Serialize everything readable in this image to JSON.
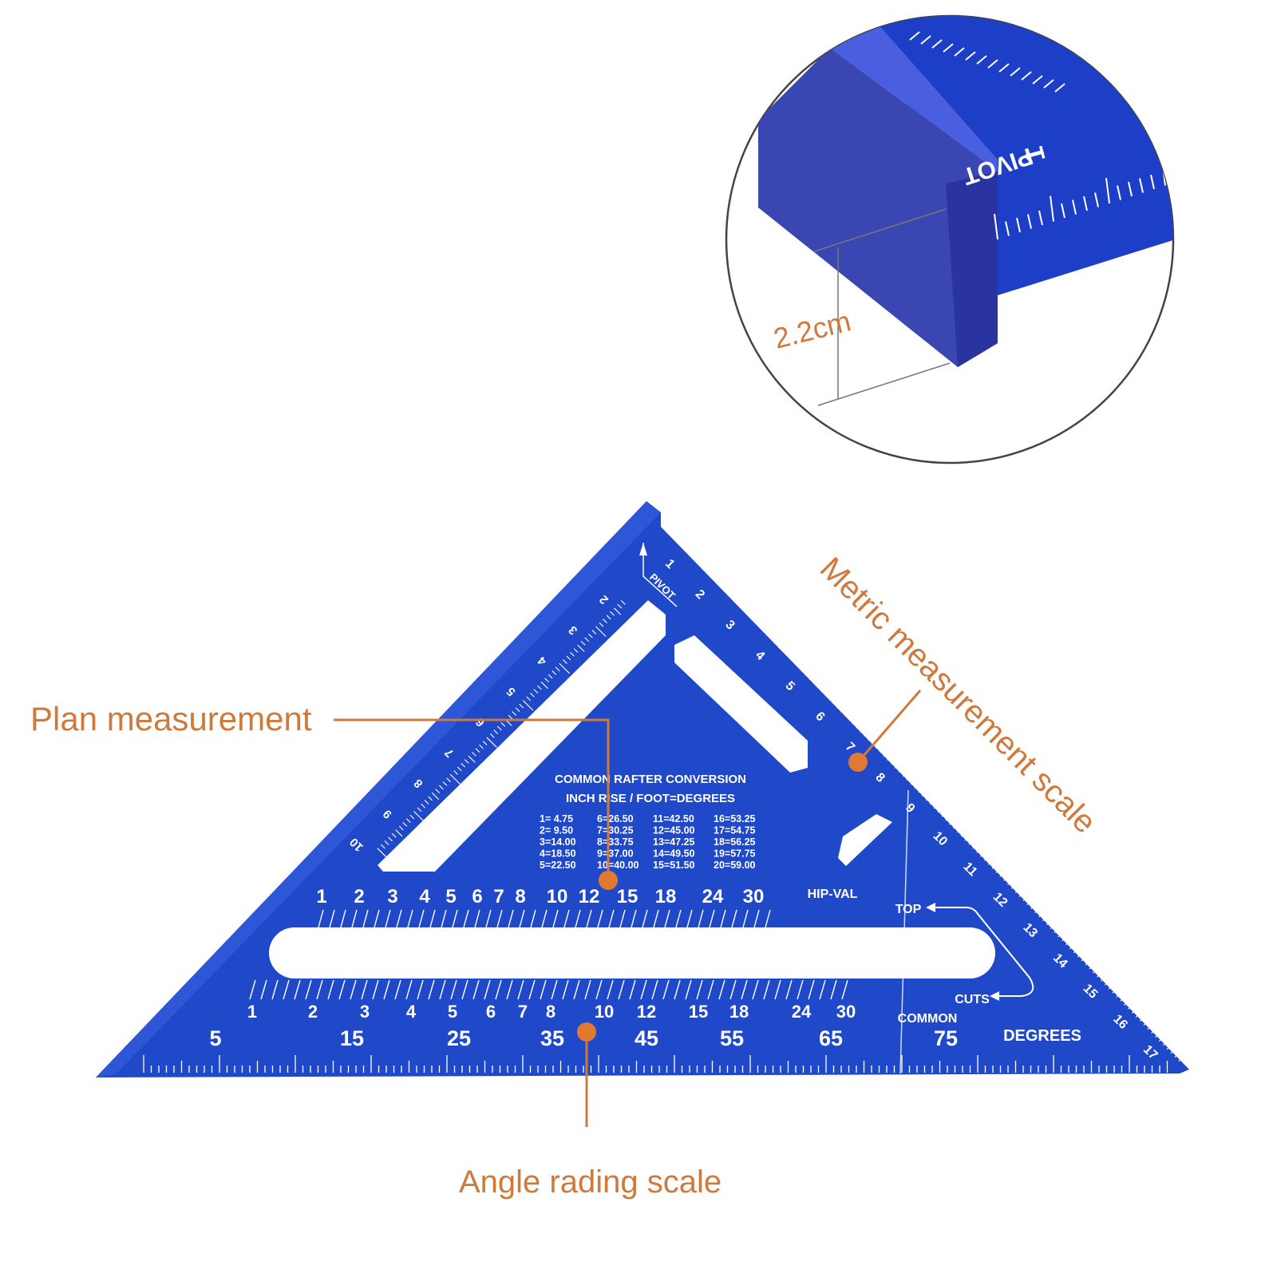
{
  "callouts": {
    "plan_measurement": "Plan measurement",
    "angle_scale": "Angle rading scale",
    "metric_scale": "Metric measurement scale",
    "thickness": "2.2cm"
  },
  "square": {
    "color": "#1f49c8",
    "accent": "#cf7a3c",
    "table_title_1": "COMMON RAFTER CONVERSION",
    "table_title_2": "INCH RISE / FOOT=DEGREES",
    "table_rows": [
      [
        "1= 4.75",
        "6=26.50",
        "11=42.50",
        "16=53.25"
      ],
      [
        "2= 9.50",
        "7=30.25",
        "12=45.00",
        "17=54.75"
      ],
      [
        "3=14.00",
        "8=33.75",
        "13=47.25",
        "18=56.25"
      ],
      [
        "4=18.50",
        "9=37.00",
        "14=49.50",
        "19=57.75"
      ],
      [
        "5=22.50",
        "10=40.00",
        "15=51.50",
        "20=59.00"
      ]
    ],
    "hip_val": "HIP-VAL",
    "top": "TOP",
    "cuts": "CUTS",
    "common": "COMMON",
    "degrees": "DEGREES",
    "pivot": "PIVOT",
    "hip_row": [
      "1",
      "2",
      "3",
      "4",
      "5",
      "6",
      "7",
      "8",
      "10",
      "12",
      "15",
      "18",
      "24",
      "30"
    ],
    "common_row": [
      "1",
      "2",
      "3",
      "4",
      "5",
      "6",
      "7",
      "8",
      "10",
      "12",
      "15",
      "18",
      "24",
      "30"
    ],
    "degree_row": [
      "5",
      "15",
      "25",
      "35",
      "45",
      "55",
      "65",
      "75"
    ],
    "hyp_numbers": [
      "1",
      "2",
      "3",
      "4",
      "5",
      "6",
      "7",
      "8",
      "9",
      "10",
      "11",
      "12",
      "13",
      "14",
      "15",
      "16",
      "17"
    ],
    "left_numbers": [
      "2",
      "3",
      "4",
      "5",
      "6",
      "7",
      "8",
      "9",
      "10"
    ]
  },
  "zoom": {
    "pivot": "PIVOT",
    "number": "1"
  }
}
